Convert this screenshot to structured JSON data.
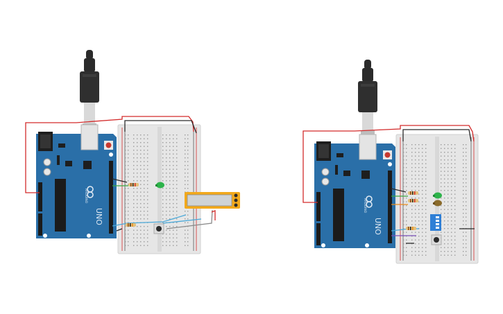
{
  "circuits": [
    {
      "id": "left",
      "board": {
        "model_label": "UNO",
        "brand_label": "ARDUINO"
      },
      "components": [
        "usb-cable",
        "arduino-uno",
        "breadboard",
        "resistor",
        "resistor",
        "led-green",
        "pushbutton",
        "lcd-display"
      ],
      "colors": {
        "led": "#2db34a",
        "lcd_frame": "#f2a91c",
        "lcd_screen": "#cfd3d6"
      }
    },
    {
      "id": "right",
      "board": {
        "model_label": "UNO",
        "brand_label": "ARDUINO"
      },
      "components": [
        "usb-cable",
        "arduino-uno",
        "breadboard",
        "resistor",
        "resistor",
        "resistor",
        "led-green",
        "led-brown",
        "pushbutton",
        "dip-switch"
      ],
      "colors": {
        "led1": "#2db34a",
        "led2": "#8a6a2a",
        "dip_switch": "#2f7fd6"
      }
    }
  ],
  "colors": {
    "board_blue": "#2a6fa8",
    "breadboard": "#e8e8e8",
    "wire_red": "#d32b2b",
    "wire_black": "#2b2b2b",
    "wire_green": "#3aa640",
    "wire_orange": "#e88a1a",
    "wire_blue": "#4aa8d8",
    "wire_purple": "#7a4fb8"
  }
}
